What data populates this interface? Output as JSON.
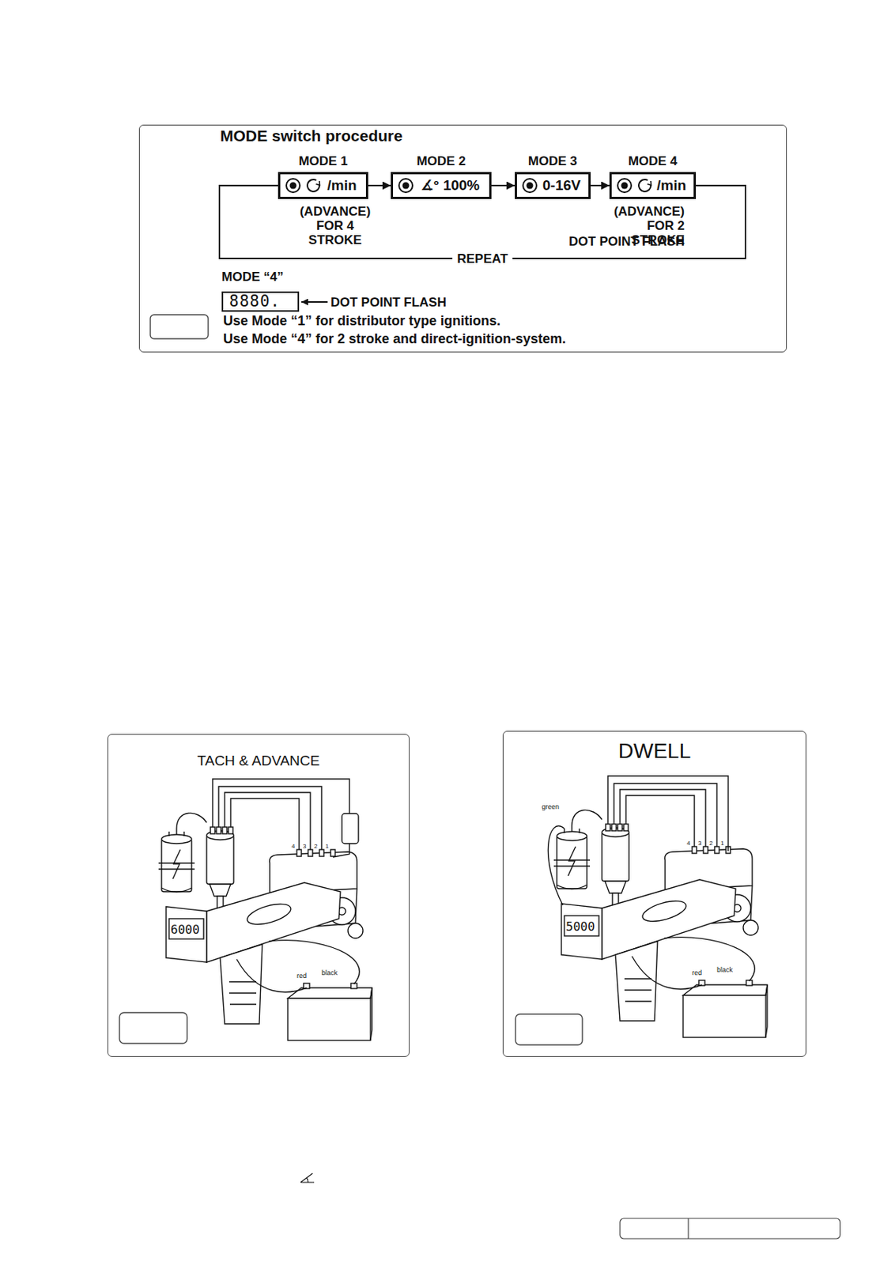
{
  "diagram": {
    "nodes": [
      {
        "text": [
          "MODE switch procedure",
          "Use Mode “1” for distributor type ignitions.",
          "Use Mode “4” for 2 stroke and direct-ignition-system."
        ]
      },
      {
        "text": [
          "MODE 1",
          "/min"
        ],
        "in": 0
      },
      {
        "text": [
          "MODE 2",
          "∡° 100%"
        ],
        "in": 0
      },
      {
        "text": [
          "MODE 3",
          "0-16V"
        ],
        "in": 0
      },
      {
        "text": [
          "MODE 4",
          "/min"
        ],
        "in": 0
      },
      {
        "text": [
          "MODE “4”",
          "8880."
        ],
        "in": 0
      },
      {
        "text": [
          "TACH & ADVANCE"
        ]
      },
      {
        "text": [
          "DWELL"
        ]
      }
    ],
    "edges": [
      {
        "from": 1,
        "to": 2,
        "arrow": "to"
      },
      {
        "from": 2,
        "to": 3,
        "arrow": "to"
      },
      {
        "from": 3,
        "to": 4,
        "arrow": "to"
      },
      {
        "from": 4,
        "to": 1,
        "label": "REPEAT",
        "arrow": "none"
      }
    ],
    "labels": [
      "(ADVANCE) FOR 4 STROKE",
      "(ADVANCE) FOR 2 STROKE",
      "DOT POINT FLASH",
      "DOT POINT FLASH",
      "4",
      "3",
      "2",
      "1",
      "6000",
      "red",
      "black",
      "green",
      "4",
      "3",
      "2",
      "1",
      "5000",
      "red",
      "black"
    ]
  }
}
